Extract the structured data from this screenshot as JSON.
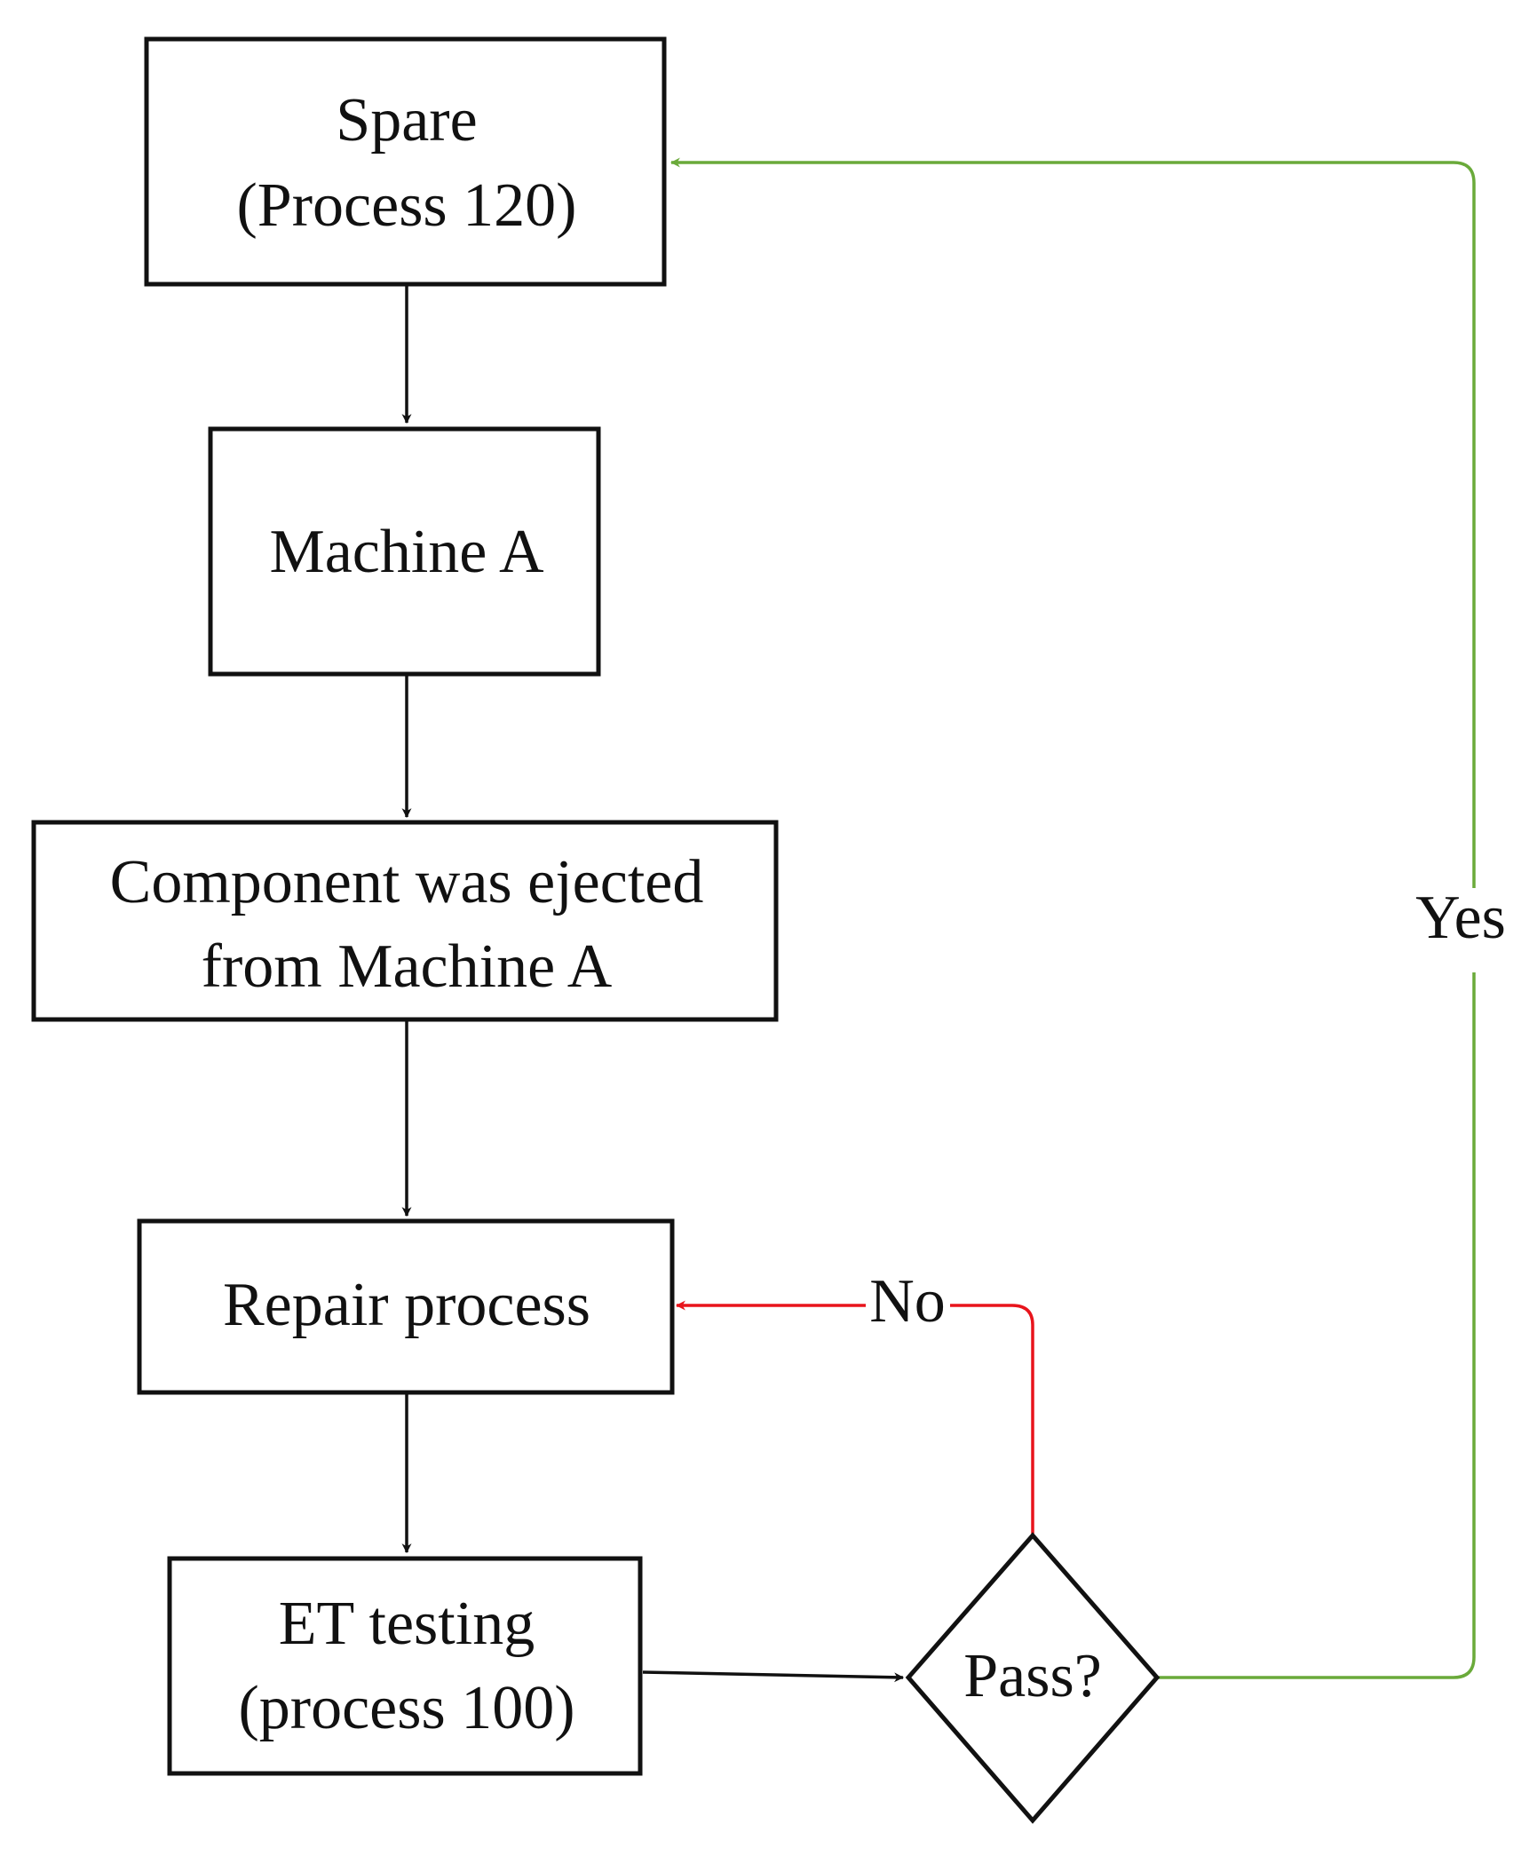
{
  "nodes": {
    "spare": {
      "line1": "Spare",
      "line2": "(Process 120)"
    },
    "machine_a": {
      "line1": "Machine A"
    },
    "ejected": {
      "line1": "Component was ejected",
      "line2": "from Machine A"
    },
    "repair": {
      "line1": "Repair process"
    },
    "et_testing": {
      "line1": "ET testing",
      "line2": "(process 100)"
    },
    "decision": {
      "line1": "Pass?"
    }
  },
  "edges": {
    "yes_label": "Yes",
    "no_label": "No"
  },
  "colors": {
    "default": "#111111",
    "yes": "#6aaa3a",
    "no": "#e8141c"
  }
}
